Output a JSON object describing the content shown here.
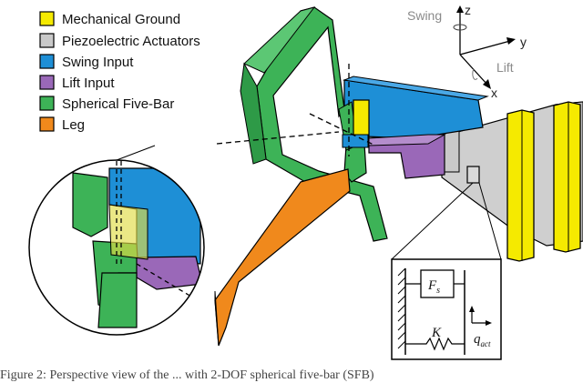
{
  "legend": {
    "items": [
      {
        "label": "Mechanical Ground",
        "color": "#f5ea00"
      },
      {
        "label": "Piezoelectric Actuators",
        "color": "#c9c9c9"
      },
      {
        "label": "Swing Input",
        "color": "#1e8fd6"
      },
      {
        "label": "Lift Input",
        "color": "#9a68b8"
      },
      {
        "label": "Spherical Five-Bar",
        "color": "#3db357"
      },
      {
        "label": "Leg",
        "color": "#f0891c"
      }
    ]
  },
  "axes": {
    "swing_label": "Swing",
    "z_label": "z",
    "y_label": "y",
    "lift_label": "Lift",
    "x_label": "x"
  },
  "spring_model": {
    "force_symbol": "F",
    "force_subscript": "s",
    "stiffness_symbol": "K",
    "displacement_symbol": "q",
    "displacement_subscript": "act"
  },
  "caption": "Figure 2:   Perspective view of the ... with 2-DOF spherical five-bar (SFB)"
}
